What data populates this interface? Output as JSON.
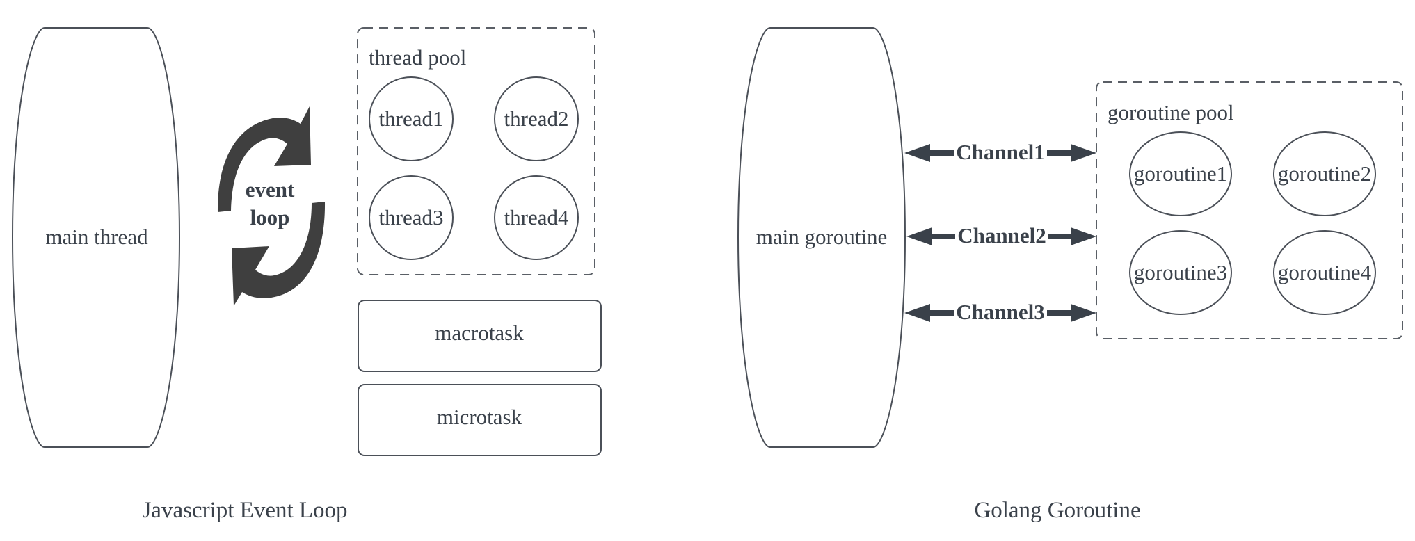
{
  "diagram": {
    "left": {
      "caption": "Javascript Event Loop",
      "main": "main thread",
      "event_loop": [
        "event",
        "loop"
      ],
      "pool": {
        "label": "thread pool",
        "items": [
          "thread1",
          "thread2",
          "thread3",
          "thread4"
        ]
      },
      "queues": [
        "macrotask",
        "microtask"
      ]
    },
    "right": {
      "caption": "Golang Goroutine",
      "main": "main goroutine",
      "channels": [
        "Channel1",
        "Channel2",
        "Channel3"
      ],
      "pool": {
        "label": "goroutine pool",
        "items": [
          "goroutine1",
          "goroutine2",
          "goroutine3",
          "goroutine4"
        ]
      }
    },
    "colors": {
      "text": "#3a414a",
      "stroke": "#4b5058",
      "arrow": "#3a414a",
      "loop_arrow": "#3f3f3f",
      "background": "#ffffff"
    }
  }
}
